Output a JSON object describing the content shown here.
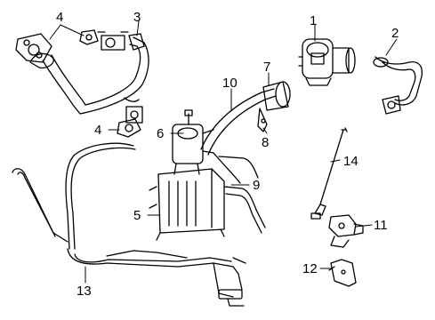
{
  "callouts": [
    "1",
    "2",
    "3",
    "4",
    "4",
    "5",
    "6",
    "7",
    "8",
    "9",
    "10",
    "11",
    "12",
    "13",
    "14"
  ]
}
